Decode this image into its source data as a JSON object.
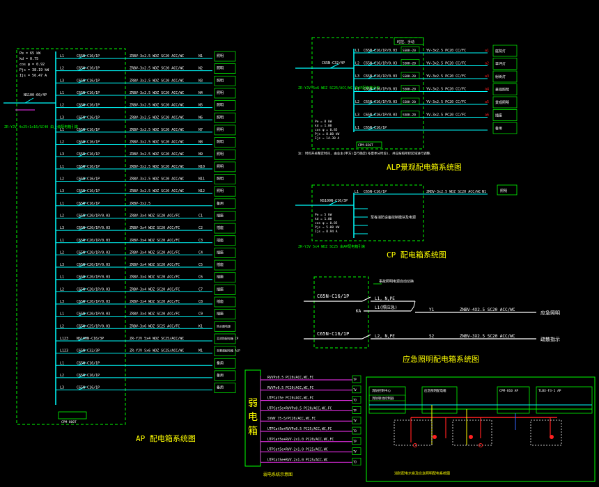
{
  "ap": {
    "title": "AP 配电箱系统图",
    "params": [
      "Pe = 65 kW",
      "kd = 0.75",
      "cos φ = 0.92",
      "Pjs = 38.19 kW",
      "Ijs = 56.47 A"
    ],
    "main_breaker": "NS100-60/4P",
    "feed_note": "ZR-YJV 4x25+1x16/SC40 由上级配电箱引来",
    "meter_label": "CPM-800T",
    "rows": [
      {
        "phase": "L1",
        "breaker": "C65N-C16/1P",
        "cable": "ZRBV-3x2.5 WDZ SC20 ACC/WC",
        "circuit": "N1",
        "use": "照明"
      },
      {
        "phase": "L2",
        "breaker": "C65N-C16/1P",
        "cable": "ZRBV-3x2.5 WDZ SC20 ACC/WC",
        "circuit": "N2",
        "use": "照明"
      },
      {
        "phase": "L3",
        "breaker": "C65N-C16/1P",
        "cable": "ZRBV-3x2.5 WDZ SC20 ACC/WC",
        "circuit": "N3",
        "use": "照明"
      },
      {
        "phase": "L1",
        "breaker": "C65N-C16/1P",
        "cable": "ZRBV-3x2.5 WDZ SC20 ACC/WC",
        "circuit": "N4",
        "use": "照明"
      },
      {
        "phase": "L2",
        "breaker": "C65N-C16/1P",
        "cable": "ZRBV-3x2.5 WDZ SC20 ACC/WC",
        "circuit": "N5",
        "use": "照明"
      },
      {
        "phase": "L3",
        "breaker": "C65N-C16/1P",
        "cable": "ZRBV-3x2.5 WDZ SC20 ACC/WC",
        "circuit": "N6",
        "use": "照明"
      },
      {
        "phase": "L1",
        "breaker": "C65N-C16/1P",
        "cable": "ZRBV-3x2.5 WDZ SC20 ACC/WC",
        "circuit": "N7",
        "use": "照明"
      },
      {
        "phase": "L2",
        "breaker": "C65N-C16/1P",
        "cable": "ZRBV-3x2.5 WDZ SC20 ACC/WC",
        "circuit": "N8",
        "use": "照明"
      },
      {
        "phase": "L3",
        "breaker": "C65N-C16/1P",
        "cable": "ZRBV-3x2.5 WDZ SC20 ACC/WC",
        "circuit": "N9",
        "use": "照明"
      },
      {
        "phase": "L1",
        "breaker": "C65N-C16/1P",
        "cable": "ZRBV-3x2.5 WDZ SC20 ACC/WC",
        "circuit": "N10",
        "use": "照明"
      },
      {
        "phase": "L2",
        "breaker": "C65N-C16/1P",
        "cable": "ZRBV-3x2.5 WDZ SC20 ACC/WC",
        "circuit": "N11",
        "use": "照明"
      },
      {
        "phase": "L3",
        "breaker": "C65N-C16/1P",
        "cable": "ZRBV-3x2.5 WDZ SC20 ACC/WC",
        "circuit": "N12",
        "use": "照明"
      },
      {
        "phase": "L1",
        "breaker": "C65N-C16/1P",
        "cable": "ZRBV-3x2.5",
        "circuit": "",
        "use": "备用"
      },
      {
        "phase": "L2",
        "breaker": "C65N-C20/1P/0.03",
        "cable": "ZRBV-3x4 WDZ SC20 ACC/FC",
        "circuit": "C1",
        "use": "插座"
      },
      {
        "phase": "L3",
        "breaker": "C65N-C20/1P/0.03",
        "cable": "ZRBV-3x4 WDZ SC20 ACC/FC",
        "circuit": "C2",
        "use": "插座"
      },
      {
        "phase": "L1",
        "breaker": "C65N-C20/1P/0.03",
        "cable": "ZRBV-3x4 WDZ SC20 ACC/FC",
        "circuit": "C3",
        "use": "插座"
      },
      {
        "phase": "L2",
        "breaker": "C65N-C20/1P/0.03",
        "cable": "ZRBV-3x4 WDZ SC20 ACC/FC",
        "circuit": "C4",
        "use": "插座"
      },
      {
        "phase": "L3",
        "breaker": "C65N-C20/1P/0.03",
        "cable": "ZRBV-3x4 WDZ SC20 ACC/FC",
        "circuit": "C5",
        "use": "插座"
      },
      {
        "phase": "L1",
        "breaker": "C65N-C20/1P/0.03",
        "cable": "ZRBV-3x4 WDZ SC20 ACC/FC",
        "circuit": "C6",
        "use": "插座"
      },
      {
        "phase": "L2",
        "breaker": "C65N-C20/1P/0.03",
        "cable": "ZRBV-3x4 WDZ SC20 ACC/FC",
        "circuit": "C7",
        "use": "插座"
      },
      {
        "phase": "L3",
        "breaker": "C65N-C20/1P/0.03",
        "cable": "ZRBV-3x4 WDZ SC20 ACC/FC",
        "circuit": "C8",
        "use": "插座"
      },
      {
        "phase": "L1",
        "breaker": "C65N-C20/1P/0.03",
        "cable": "ZRBV-3x4 WDZ SC20 ACC/FC",
        "circuit": "C9",
        "use": "插座"
      },
      {
        "phase": "L2",
        "breaker": "C65N-C25/1P/0.03",
        "cable": "ZRBV-3x6 WDZ SC25 ACC/FC",
        "circuit": "K1",
        "use": "热水器电源"
      },
      {
        "phase": "L123",
        "breaker": "NS100N-C16/3P",
        "cable": "ZR-YJV 5x4 WDZ SC25/ACC/WC",
        "circuit": "",
        "use": "至消防配电箱 CP"
      },
      {
        "phase": "L123",
        "breaker": "C65N-C32/3P",
        "cable": "ZR-YJV 5x6 WDZ SC25/ACC/WC",
        "circuit": "M1",
        "use": "至景观配电箱 ALP"
      },
      {
        "phase": "L1",
        "breaker": "C65N-C16/1P",
        "cable": "",
        "circuit": "",
        "use": "备用"
      },
      {
        "phase": "L2",
        "breaker": "C65N-C16/1P",
        "cable": "",
        "circuit": "",
        "use": "备用"
      },
      {
        "phase": "L3",
        "breaker": "C65N-C16/1P",
        "cable": "",
        "circuit": "",
        "use": "备用"
      }
    ]
  },
  "alp": {
    "title": "ALP景观配电箱系统图",
    "header_note": "时控、手动",
    "main_breaker": "C65N-C32/4P",
    "feed_note": "ZR-YJV 5x6 WDZ SC25/ACC/WC 由AP配电箱引来",
    "params": [
      "Pe = 8 kW",
      "kd = 1.00",
      "cos φ = 0.85",
      "Pjs = 8.00 kW",
      "Ijs = 14.30 A"
    ],
    "meter_label": "CPM-820T",
    "footnote": "注: 时控开关整定时间, 由业主(甲方)自行确定(冬夏季分时段), 并应按照所控区域进行调整.",
    "rows": [
      {
        "phase": "L1",
        "breaker": "C65N-C16/1P/0.03",
        "relay": "SSKK-20",
        "cable": "YV-3x2.5 PC20 CC/FC",
        "circuit": "a1",
        "use": "庭院灯"
      },
      {
        "phase": "L2",
        "breaker": "C65N-C16/1P/0.03",
        "relay": "SSKK-20",
        "cable": "YV-3x2.5 PC20 CC/FC",
        "circuit": "a2",
        "use": "草坪灯"
      },
      {
        "phase": "L3",
        "breaker": "C65N-C16/1P/0.03",
        "relay": "SSKK-20",
        "cable": "YV-3x2.5 PC20 CC/FC",
        "circuit": "a3",
        "use": "射树灯"
      },
      {
        "phase": "L1",
        "breaker": "C65N-C16/1P/0.03",
        "relay": "SSKK-20",
        "cable": "YV-3x2.5 PC20 CC/FC",
        "circuit": "a4",
        "use": "景观照明"
      },
      {
        "phase": "L2",
        "breaker": "C65N-C16/1P/0.03",
        "relay": "SSKK-20",
        "cable": "YV-3x2.5 PC20 CC/FC",
        "circuit": "a5",
        "use": "景观照明"
      },
      {
        "phase": "L3",
        "breaker": "C65N-C16/1P/0.03",
        "relay": "SSKK-20",
        "cable": "YV-3x2.5 PC20 CC/FC",
        "circuit": "a6",
        "use": "插座"
      },
      {
        "phase": "L1",
        "breaker": "C65N-C16/1P",
        "relay": "",
        "cable": "",
        "circuit": "",
        "use": "备用"
      }
    ]
  },
  "cp": {
    "title": "CP 配电箱系统图",
    "main_breaker": "NS100N-C16/3P",
    "row": {
      "phase": "L1",
      "breaker": "C65N-C16/1P",
      "cable": "ZRBV-3x2.5 WDZ SC20 ACC/WC",
      "circuit": "N1",
      "use": "照明"
    },
    "note": "至各消防设备控制模块及电源",
    "params": [
      "Pe = 5 kW",
      "kd = 1.00",
      "cos φ = 0.85",
      "Pjs = 5.00 kW",
      "Ijs = 8.94 A"
    ],
    "feed_note": "ZR-YJV 5x4 WDZ SC25 由AP配电箱引来"
  },
  "em": {
    "title": "应急照明配电箱系统图",
    "header_note": "事故照明电源自动切换",
    "breaker_1": "C65N-C16/1P",
    "breaker_2": "C65N-C16/1P",
    "line_1": "L1, N,PE",
    "line_1b": "L1(照应急)",
    "ka_label": "KA",
    "line_2": "L2, N,PE",
    "circuit_1": "Y1",
    "circuit_2": "S2",
    "cable_1": "ZNBV-4X2.5 SC20 ACC/WC",
    "cable_2": "ZNBV-3X2.5 SC20 ACC/WC",
    "use_1": "应急照明",
    "use_2": "疏散指示"
  },
  "weak": {
    "title_chars": [
      "弱",
      "电",
      "箱"
    ],
    "caption": "弱电系统示意图",
    "lines": [
      {
        "text": "RVVPx0.5 PC20/ACC,WC,FC",
        "tag": "TP"
      },
      {
        "text": "RVVPx0.5 PC20/ACC,WC,FC",
        "tag": "TV"
      },
      {
        "text": "UTPCat5e PC20/ACC,WC,FC",
        "tag": "TO"
      },
      {
        "text": "UTPCat5e+RVVPx0.5 PC20/ACC,WC,FC",
        "tag": "TP"
      },
      {
        "text": "SYWV 75-5/PC20/ACC,WC,FC",
        "tag": "TV"
      },
      {
        "text": "UTPCat5e+RVVPx0.5 PC25/ACC,WC,FC",
        "tag": "TO"
      },
      {
        "text": "UTPCat5e+RVV-2x1.0 PC20/ACC,WC,FC",
        "tag": "TP"
      },
      {
        "text": "UTPCat5e+RVV-2x1.0 PC25/ACC,WC",
        "tag": "TV"
      },
      {
        "text": "UTPCat5e+RVV-2x1.0 PC25/ACC,WC",
        "tag": "TO"
      }
    ]
  },
  "fd": {
    "caption": "消防配电示意及应急照明配电系统图",
    "labels": [
      "消防控制中心",
      "消防联动控制器",
      "应急照明配电箱",
      "CPM-810 AP",
      "TLBX-F3-1 AP"
    ]
  },
  "colors": {
    "bg": "#000000",
    "green": "#00ff00",
    "cyan": "#00ffff",
    "yellow": "#ffff00",
    "white": "#ffffff",
    "red": "#ff2020",
    "magenta": "#ff33ff",
    "blue": "#3366ff"
  }
}
